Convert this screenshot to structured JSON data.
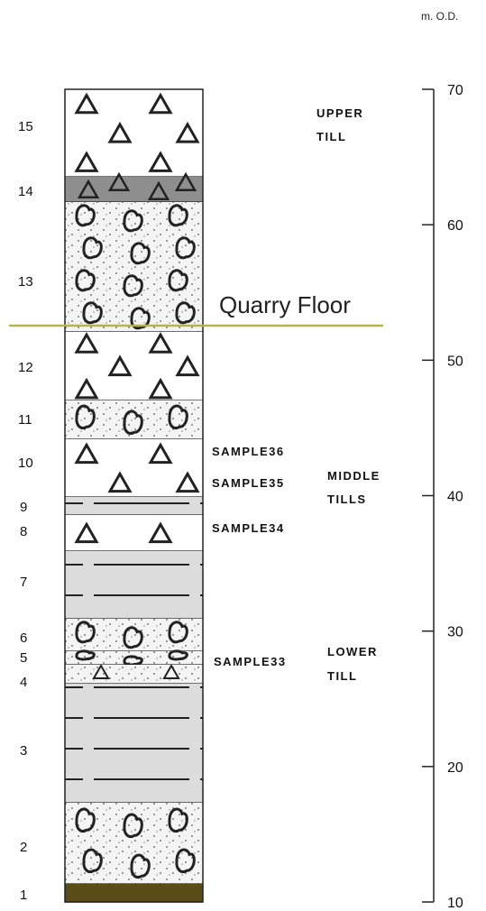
{
  "units_label": "m. O.D.",
  "quarry_floor_label": "Quarry Floor",
  "scale_ticks": [
    "70",
    "60",
    "50",
    "40",
    "30",
    "20",
    "10"
  ],
  "beds": [
    {
      "num": "15",
      "pattern": "triangles"
    },
    {
      "num": "14",
      "pattern": "dark-triangles"
    },
    {
      "num": "13",
      "pattern": "clasts"
    },
    {
      "num": "12",
      "pattern": "triangles"
    },
    {
      "num": "11",
      "pattern": "clasts"
    },
    {
      "num": "10",
      "pattern": "triangles"
    },
    {
      "num": "9",
      "pattern": "dashes"
    },
    {
      "num": "8",
      "pattern": "triangles"
    },
    {
      "num": "7",
      "pattern": "dashes"
    },
    {
      "num": "6",
      "pattern": "clasts"
    },
    {
      "num": "5",
      "pattern": "clasts"
    },
    {
      "num": "4",
      "pattern": "dots"
    },
    {
      "num": "3",
      "pattern": "dashes"
    },
    {
      "num": "2",
      "pattern": "clasts"
    },
    {
      "num": "1",
      "pattern": "dark"
    }
  ],
  "unit_labels": {
    "upper_line1": "UPPER",
    "upper_line2": "TILL",
    "middle_line1": "MIDDLE",
    "middle_line2": "TILLS",
    "lower_line1": "LOWER",
    "lower_line2": "TILL"
  },
  "samples": {
    "s36": "SAMPLE36",
    "s35": "SAMPLE35",
    "s34": "SAMPLE34",
    "s33": "SAMPLE33"
  },
  "colors": {
    "quarry_line": "#b9b24a",
    "bed1_fill": "#5b4d17",
    "bed14_fill": "#8e8e8e",
    "dash_fill": "#dcdcdc",
    "clast_fill": "#ececec"
  }
}
